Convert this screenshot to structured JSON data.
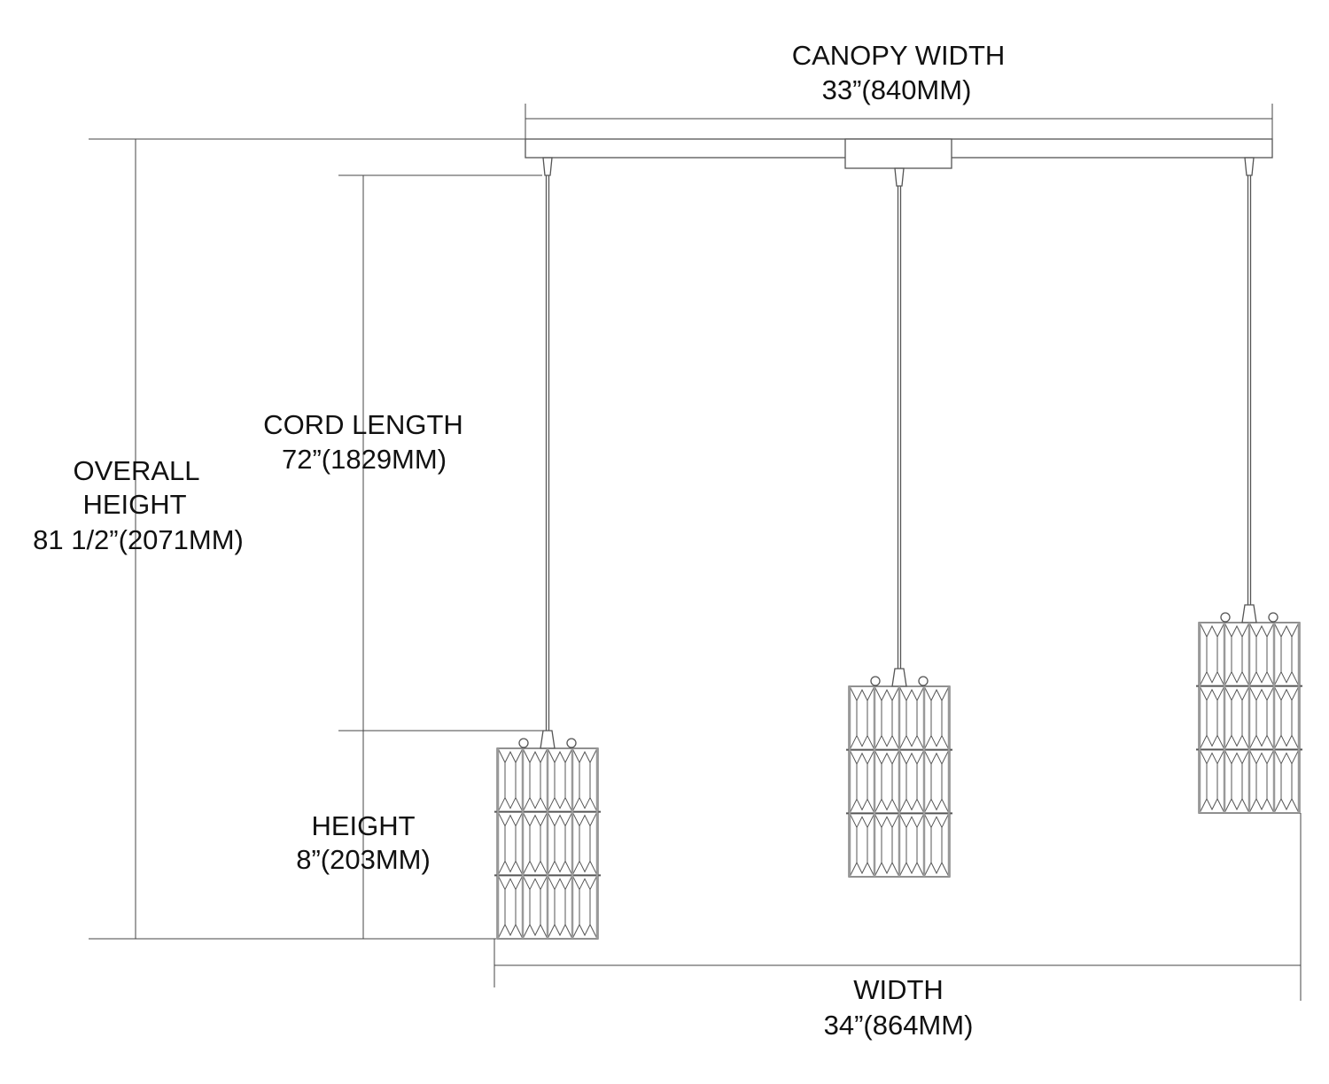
{
  "canopy_width": {
    "title": "CANOPY WIDTH",
    "value": "33”(840MM)"
  },
  "cord_length": {
    "title": "CORD LENGTH",
    "value": "72”(1829MM)"
  },
  "overall_height": {
    "title_line1": "OVERALL",
    "title_line2": "HEIGHT",
    "value": "81 1/2”(2071MM)"
  },
  "height": {
    "title": "HEIGHT",
    "value": "8”(203MM)"
  },
  "width": {
    "title": "WIDTH",
    "value": "34”(864MM)"
  }
}
